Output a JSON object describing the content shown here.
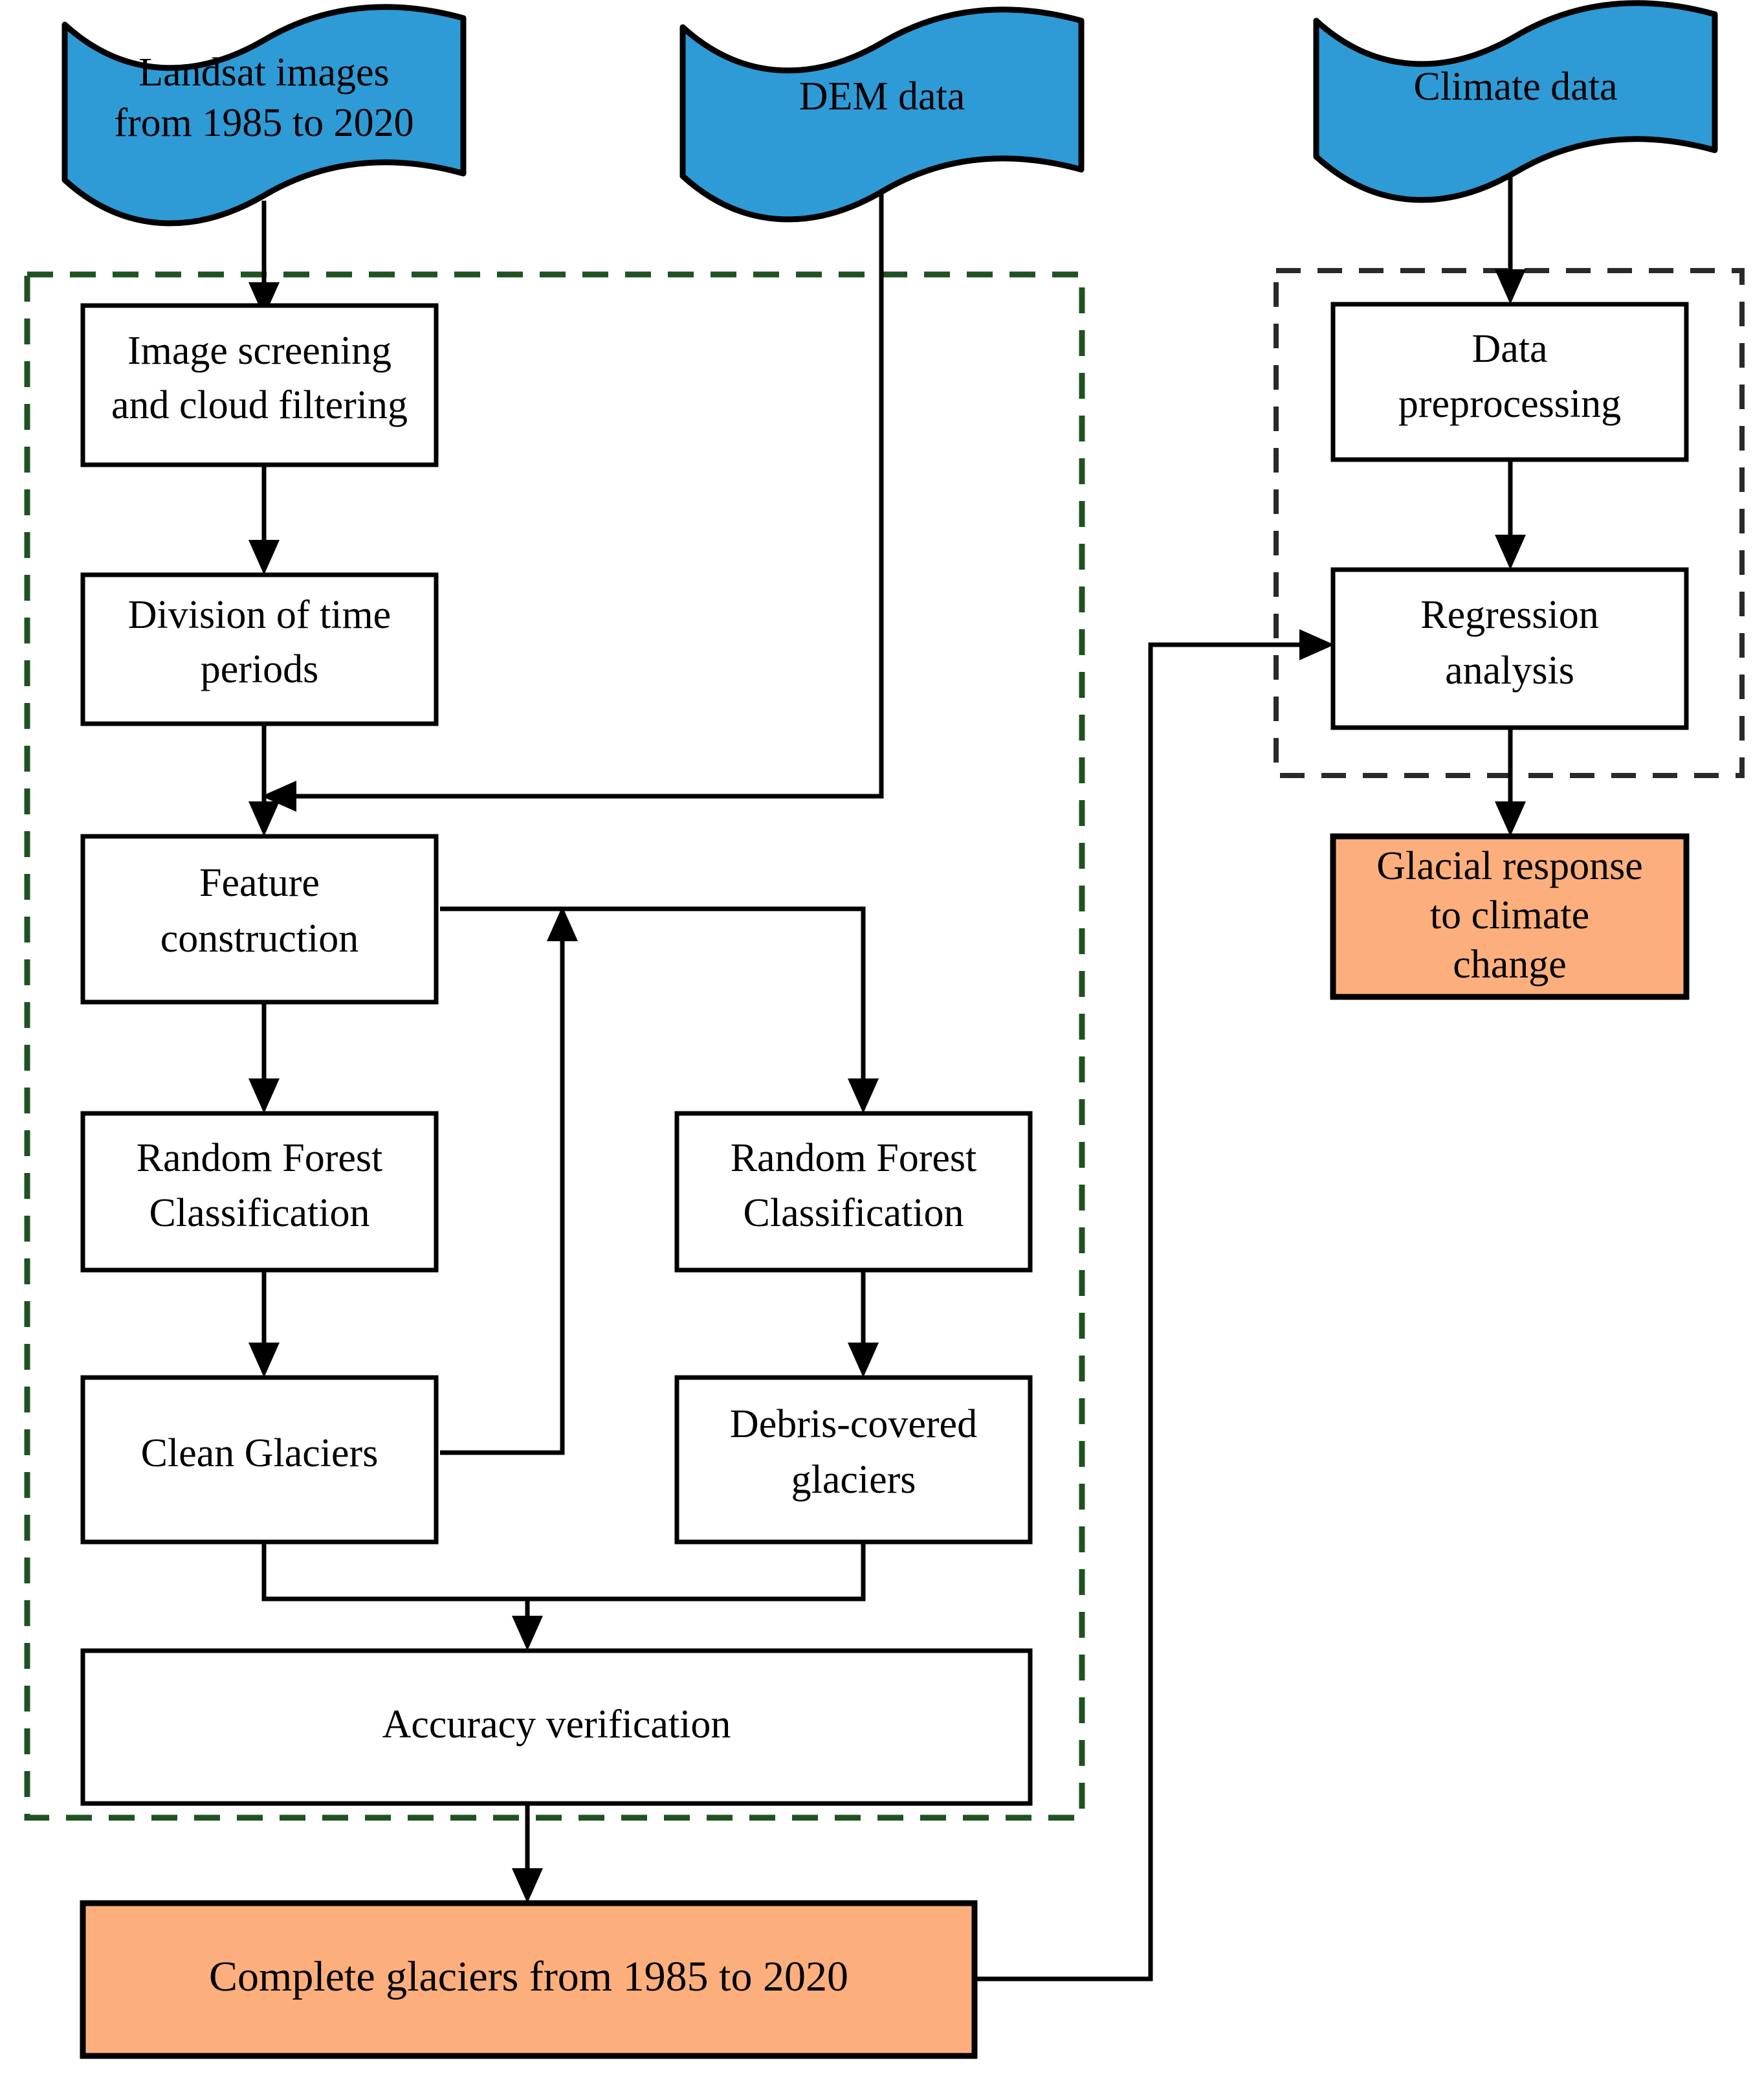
{
  "diagram": {
    "title": "Glacier mapping and climate response workflow",
    "colors": {
      "banner_fill": "#2E9BD6",
      "result_fill": "#FCAF7C",
      "process_fill": "#FFFFFF",
      "stroke": "#000000",
      "group_left_dash": "#1F5222",
      "group_right_dash": "#2A2A2A"
    },
    "inputs": [
      {
        "id": "landsat",
        "label_line1": "Landsat images",
        "label_line2": "from 1985 to 2020",
        "shape": "banner"
      },
      {
        "id": "dem",
        "label_line1": "DEM data",
        "label_line2": "",
        "shape": "banner"
      },
      {
        "id": "climate",
        "label_line1": "Climate data",
        "label_line2": "",
        "shape": "banner"
      }
    ],
    "processes": [
      {
        "id": "screening",
        "label_line1": "Image screening",
        "label_line2": "and cloud filtering",
        "group": "left"
      },
      {
        "id": "periods",
        "label_line1": "Division of time",
        "label_line2": "periods",
        "group": "left"
      },
      {
        "id": "features",
        "label_line1": "Feature",
        "label_line2": "construction",
        "group": "left"
      },
      {
        "id": "rf_clean",
        "label_line1": "Random Forest",
        "label_line2": "Classification",
        "group": "left"
      },
      {
        "id": "clean",
        "label_line1": "Clean Glaciers",
        "label_line2": "",
        "group": "left"
      },
      {
        "id": "rf_debris",
        "label_line1": "Random Forest",
        "label_line2": "Classification",
        "group": "left"
      },
      {
        "id": "debris",
        "label_line1": "Debris-covered",
        "label_line2": "glaciers",
        "group": "left"
      },
      {
        "id": "accuracy",
        "label_line1": "Accuracy verification",
        "label_line2": "",
        "group": "left"
      },
      {
        "id": "preprocess",
        "label_line1": "Data",
        "label_line2": "preprocessing",
        "group": "right"
      },
      {
        "id": "regression",
        "label_line1": "Regression",
        "label_line2": "analysis",
        "group": "right"
      }
    ],
    "results": [
      {
        "id": "complete_glaciers",
        "label_line1": "Complete glaciers from 1985 to 2020",
        "label_line2": "",
        "label_line3": ""
      },
      {
        "id": "glacial_response",
        "label_line1": "Glacial response",
        "label_line2": "to climate",
        "label_line3": "change"
      }
    ],
    "groups": [
      {
        "id": "glacier_mapping_group",
        "style": "dashed",
        "color": "#1F5222"
      },
      {
        "id": "climate_analysis_group",
        "style": "dashed",
        "color": "#2A2A2A"
      }
    ],
    "edges": [
      {
        "from": "landsat",
        "to": "screening"
      },
      {
        "from": "screening",
        "to": "periods"
      },
      {
        "from": "periods",
        "to": "features"
      },
      {
        "from": "dem",
        "to": "features"
      },
      {
        "from": "features",
        "to": "rf_clean"
      },
      {
        "from": "features",
        "to": "rf_debris"
      },
      {
        "from": "rf_clean",
        "to": "clean"
      },
      {
        "from": "rf_debris",
        "to": "debris"
      },
      {
        "from": "clean",
        "to": "features"
      },
      {
        "from": "clean",
        "to": "accuracy"
      },
      {
        "from": "debris",
        "to": "accuracy"
      },
      {
        "from": "accuracy",
        "to": "complete_glaciers"
      },
      {
        "from": "complete_glaciers",
        "to": "regression"
      },
      {
        "from": "climate",
        "to": "preprocess"
      },
      {
        "from": "preprocess",
        "to": "regression"
      },
      {
        "from": "regression",
        "to": "glacial_response"
      }
    ]
  }
}
